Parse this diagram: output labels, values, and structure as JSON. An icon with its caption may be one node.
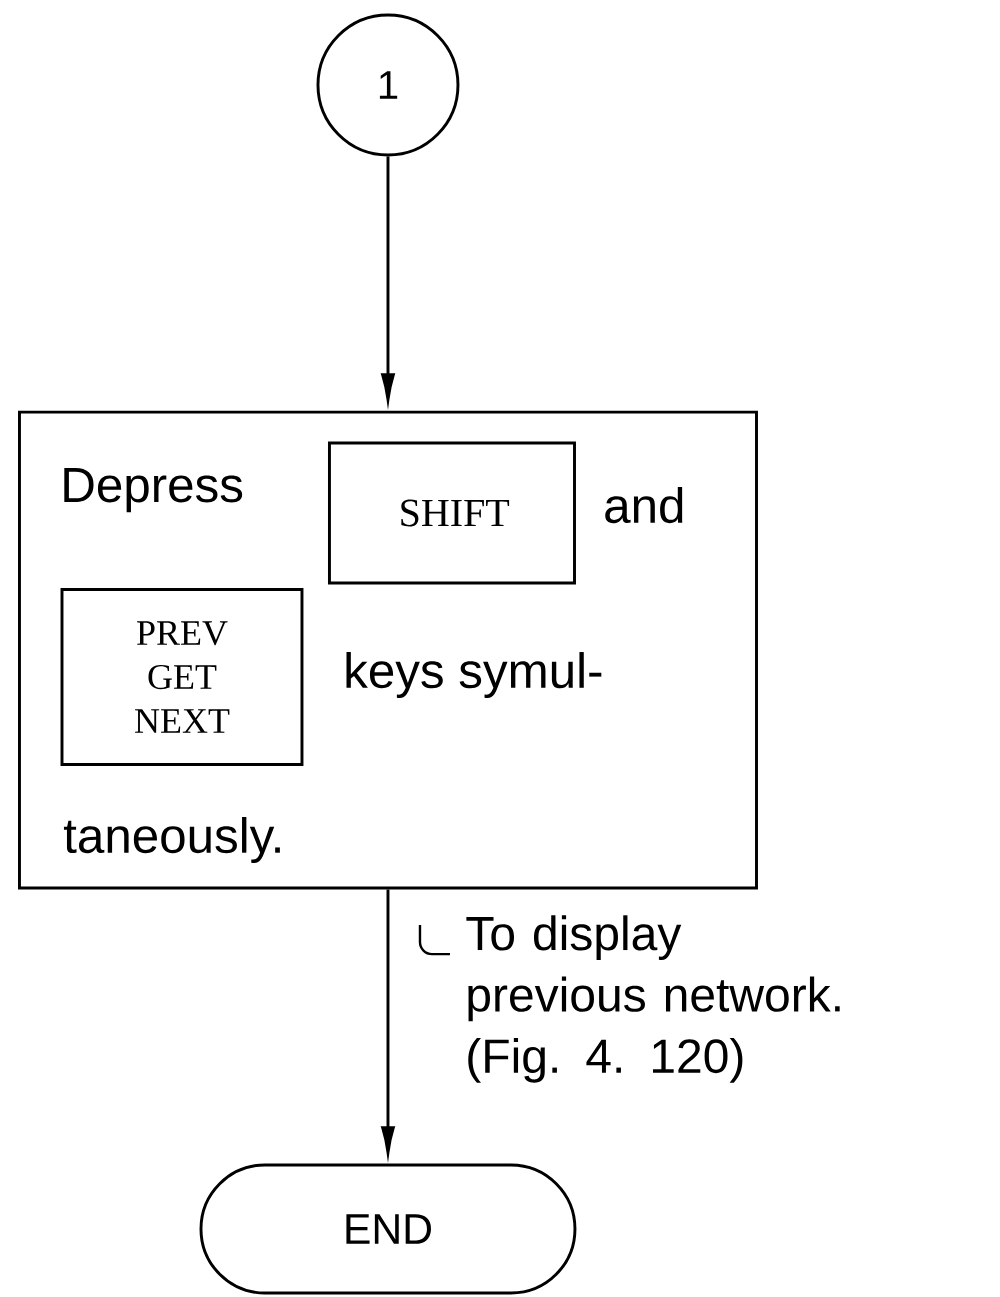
{
  "diagram": {
    "nodes": [
      {
        "text": [
          "1"
        ]
      },
      {
        "text": [
          "Depress",
          "and",
          "keys symul-",
          "taneously."
        ]
      },
      {
        "text": [
          "SHIFT"
        ],
        "in": 1
      },
      {
        "text": [
          "PREV GET NEXT"
        ],
        "in": 1
      },
      {
        "text": [
          "END"
        ]
      }
    ],
    "edges": [
      {
        "from": 0,
        "to": 1,
        "arrow": "to"
      },
      {
        "from": 1,
        "to": 4,
        "arrow": "to",
        "label": "To display previous network. (Fig. 4. 120)"
      }
    ]
  }
}
